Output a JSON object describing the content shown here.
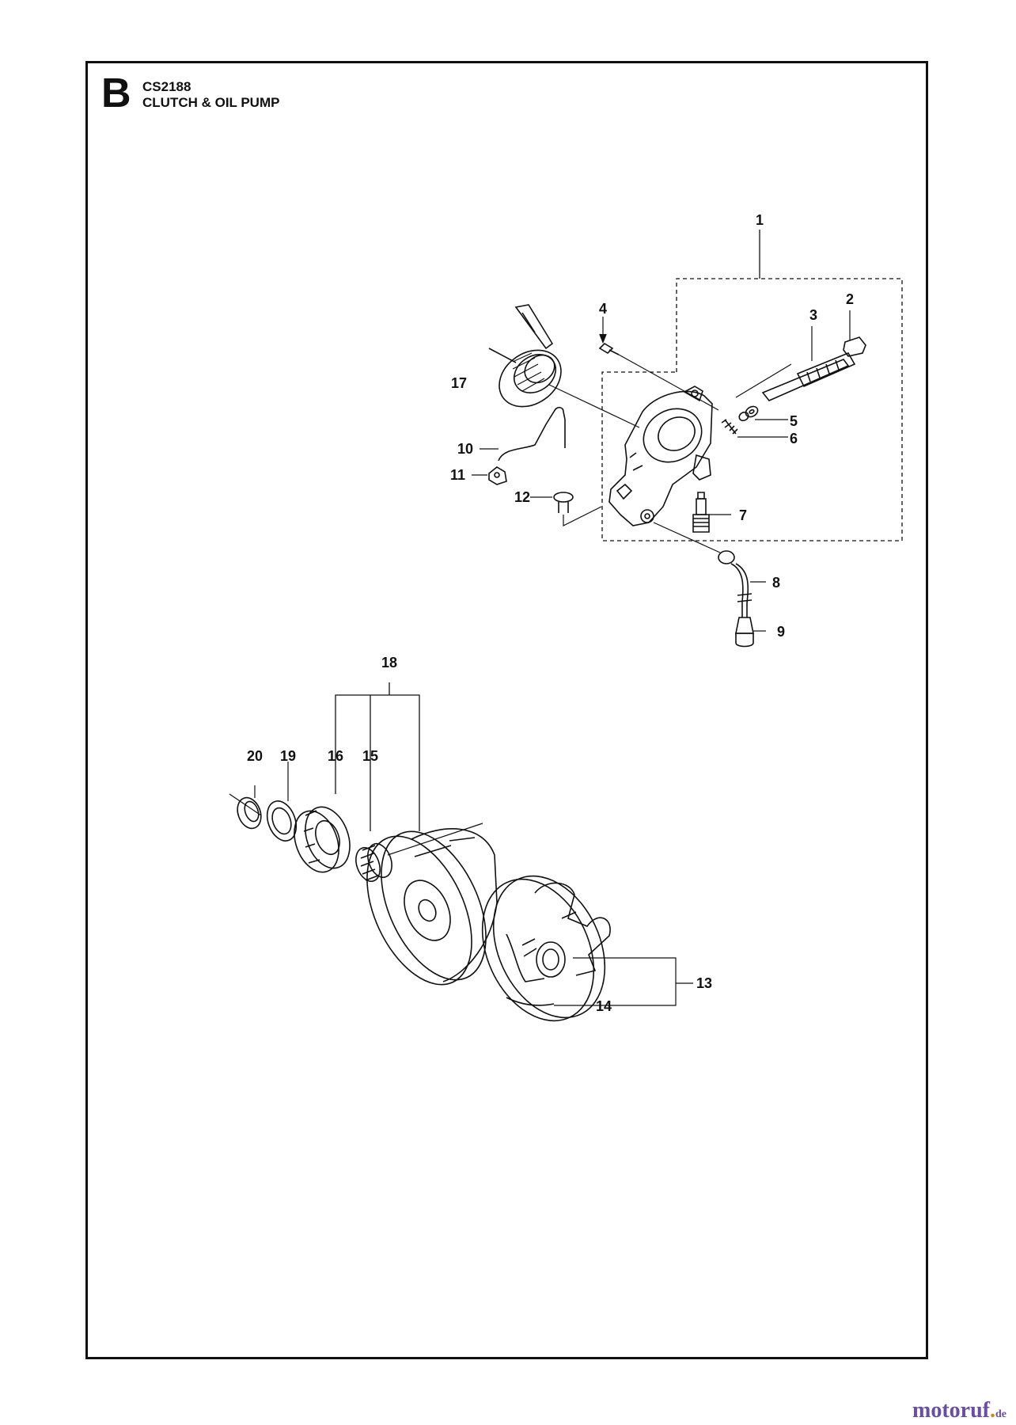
{
  "header": {
    "section_letter": "B",
    "model": "CS2188",
    "title": "CLUTCH & OIL PUMP"
  },
  "callouts": [
    "1",
    "2",
    "3",
    "4",
    "5",
    "6",
    "7",
    "8",
    "9",
    "10",
    "11",
    "12",
    "13",
    "14",
    "15",
    "16",
    "17",
    "18",
    "19",
    "20"
  ],
  "watermark": {
    "brand": "motoruf",
    "dot": ".",
    "tld": "de"
  }
}
